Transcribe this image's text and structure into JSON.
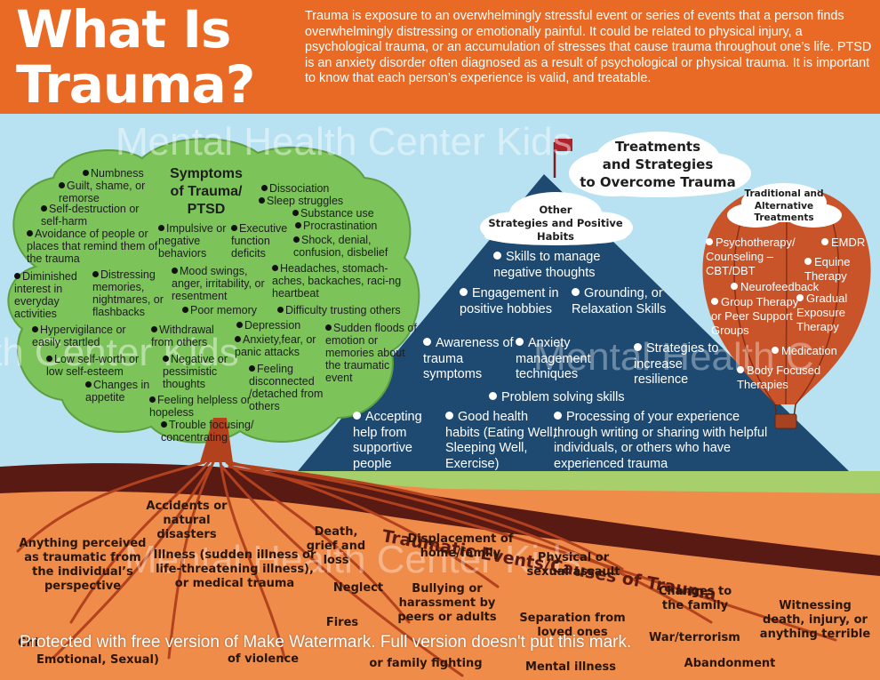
{
  "header": {
    "title_line1": "What Is",
    "title_line2": "Trauma?",
    "intro": "Trauma is exposure to an overwhelmingly stressful event or series of events that a person finds overwhelmingly distressing or emotionally painful.  It could be related to physical injury, a psychological trauma, or an accumulation of stresses that cause trauma throughout one’s life. PTSD is an anxiety disorder often diagnosed as a result of psychological or physical trauma. It is important to know that each person’s experience is valid, and treatable."
  },
  "symptoms": {
    "title_line1": "Symptoms",
    "title_line2": "of Trauma/",
    "title_line3": "PTSD",
    "items": {
      "numbness": "Numbness",
      "guilt": "Guilt, shame, or remorse",
      "self_destruction": "Self-destruction or self-harm",
      "avoidance": "Avoidance of people or places that remind them of the trauma",
      "diminished": "Diminished interest in everyday activities",
      "hypervigilance": "Hypervigilance or easily startled",
      "low_self_worth": "Low self-worth or low self-esteem",
      "appetite": "Changes in appetite",
      "dissociation": "Dissociation",
      "sleep": "Sleep struggles",
      "substance": "Substance use",
      "procrastination": "Procrastination",
      "shock": "Shock, denial, confusion, disbelief",
      "impulsive": "Impulsive or negative behaviors",
      "executive": "Executive function deficits",
      "headaches": "Headaches, stomach-aches, backaches, raci-ng heartbeat",
      "distressing": "Distressing memories, nightmares, or flashbacks",
      "mood": "Mood swings, anger, irritability, or resentment",
      "poor_memory": "Poor memory",
      "difficulty_trusting": "Difficulty trusting others",
      "withdrawal": "Withdrawal from others",
      "depression": "Depression",
      "anxiety": "Anxiety,fear, or panic attacks",
      "sudden_floods": "Sudden floods of emotion or memories about the traumatic event",
      "negative_thoughts": "Negative or pessimistic thoughts",
      "disconnected": "Feeling disconnected /detached from others",
      "helpless": "Feeling helpless or hopeless",
      "trouble_focusing": "Trouble focusing/ concentrating"
    }
  },
  "treatments": {
    "main_title_line1": "Treatments",
    "main_title_line2": "and Strategies",
    "main_title_line3": "to Overcome Trauma",
    "other_title_line1": "Other",
    "other_title_line2": "Strategies and Positive",
    "other_title_line3": "Habits",
    "items": {
      "skills": "Skills to manage negative thoughts",
      "engagement": "Engagement in positive hobbies",
      "grounding": "Grounding, or Relaxation Skills",
      "awareness": "Awareness of trauma symptoms",
      "anxiety_mgmt": "Anxiety management techniques",
      "strategies": "Strategies to increase resilience",
      "problem_solving": "Problem solving skills",
      "accepting": "Accepting help from supportive people",
      "good_health": "Good health habits (Eating Well, Sleeping Well, Exercise)",
      "processing": "Processing of your experience through writing or sharing with helpful individuals, or others who have experienced trauma"
    }
  },
  "balloon": {
    "title_line1": "Traditional and",
    "title_line2": "Alternative",
    "title_line3": "Treatments",
    "items": {
      "psychotherapy": "Psychotherapy/ Counseling – CBT/DBT",
      "emdr": "EMDR",
      "equine": "Equine Therapy",
      "neurofeedback": "Neurofeedback",
      "group": "Group Therapy or Peer Support Groups",
      "gradual": "Gradual Exposure Therapy",
      "medication": "Medication",
      "body": "Body Focused Therapies"
    }
  },
  "causes": {
    "banner": "Traumatic Events/Causes of Trauma",
    "items": {
      "accidents": "Accidents or natural disasters",
      "anything": "Anything perceived as traumatic from the individual’s perspective",
      "illness": "Illness (sudden illness or life-threatening illness), or medical trauma",
      "death": "Death, grief and loss",
      "displacement": "Displacement of home/family",
      "physical": "Physical or sexual assault",
      "neglect": "Neglect",
      "bullying": "Bullying or harassment by peers or adults",
      "changes": "Changes to the family",
      "witnessing": "Witnessing death, injury, or anything terrible",
      "fires": "Fires",
      "separation": "Separation from loved ones",
      "war": "War/terrorism",
      "child_abuse_prefix": "Chi",
      "emotional": "Emotional, Sexual)",
      "violence": "of violence",
      "family_fighting": "or family fighting",
      "mental_illness": "Mental illness",
      "abandonment": "Abandonment"
    }
  },
  "watermarks": {
    "mhck_1": "Mental Health Center Kids",
    "mhck_2": "th Center Kids",
    "mhck_3": "Mental Health C",
    "mhck_4": "Mental Health Center Kids",
    "footer": "Protected with free version of Make Watermark. Full version doesn't put this mark."
  },
  "colors": {
    "header_orange": "#e96a25",
    "sky": "#b8e2f1",
    "tree_green": "#7cc35a",
    "mountain_blue": "#1e4a72",
    "balloon_red": "#c9542a",
    "ground_orange": "#f08c4a",
    "banner_maroon": "#5a1a14",
    "grass": "#a7cf6c"
  }
}
